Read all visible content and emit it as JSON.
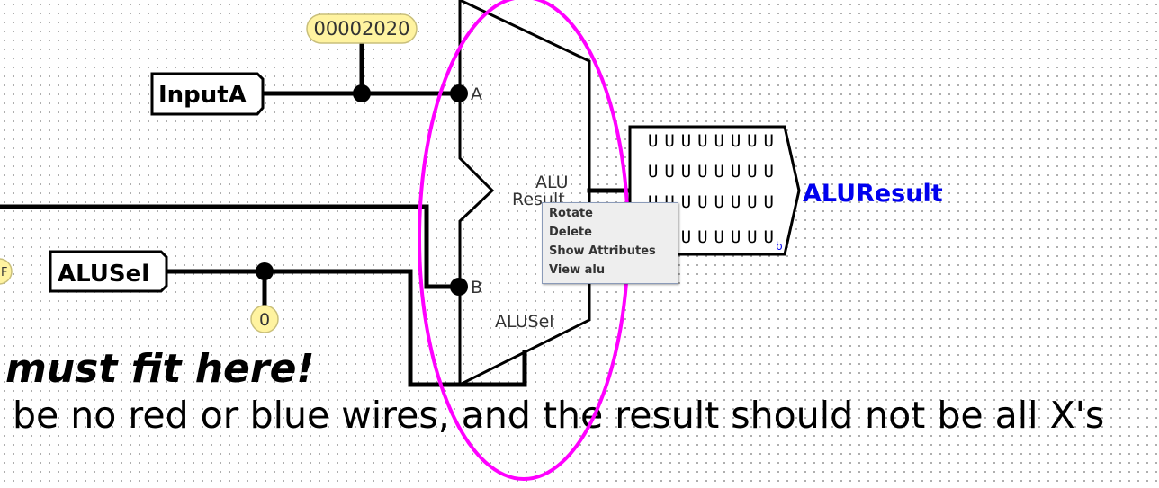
{
  "inputs": {
    "input_a": {
      "label": "InputA",
      "probe_value": "00002020"
    },
    "alu_sel": {
      "label": "ALUSel",
      "probe_value": "0"
    },
    "left_probe_partial": "F"
  },
  "alu": {
    "port_a": "A",
    "port_b": "B",
    "result_line1": "ALU",
    "result_line2": "Result",
    "sel_label": "ALUSel"
  },
  "output": {
    "label": "ALUResult",
    "rows": [
      "UUUUUUUU",
      "UUUUUUUU",
      "UUUUUUUU",
      "UUUUUUUU"
    ],
    "radix": "b"
  },
  "annotations": {
    "heading": "must fit here!",
    "note": "be no red or blue wires, and the result should not be all X's"
  },
  "context_menu": {
    "items": [
      "Rotate",
      "Delete",
      "Show Attributes",
      "View alu"
    ]
  },
  "colors": {
    "highlight_ellipse": "#ff00ff",
    "wire": "#000000",
    "probe_fill": "#fff3a0",
    "output_label": "#0000ee"
  }
}
